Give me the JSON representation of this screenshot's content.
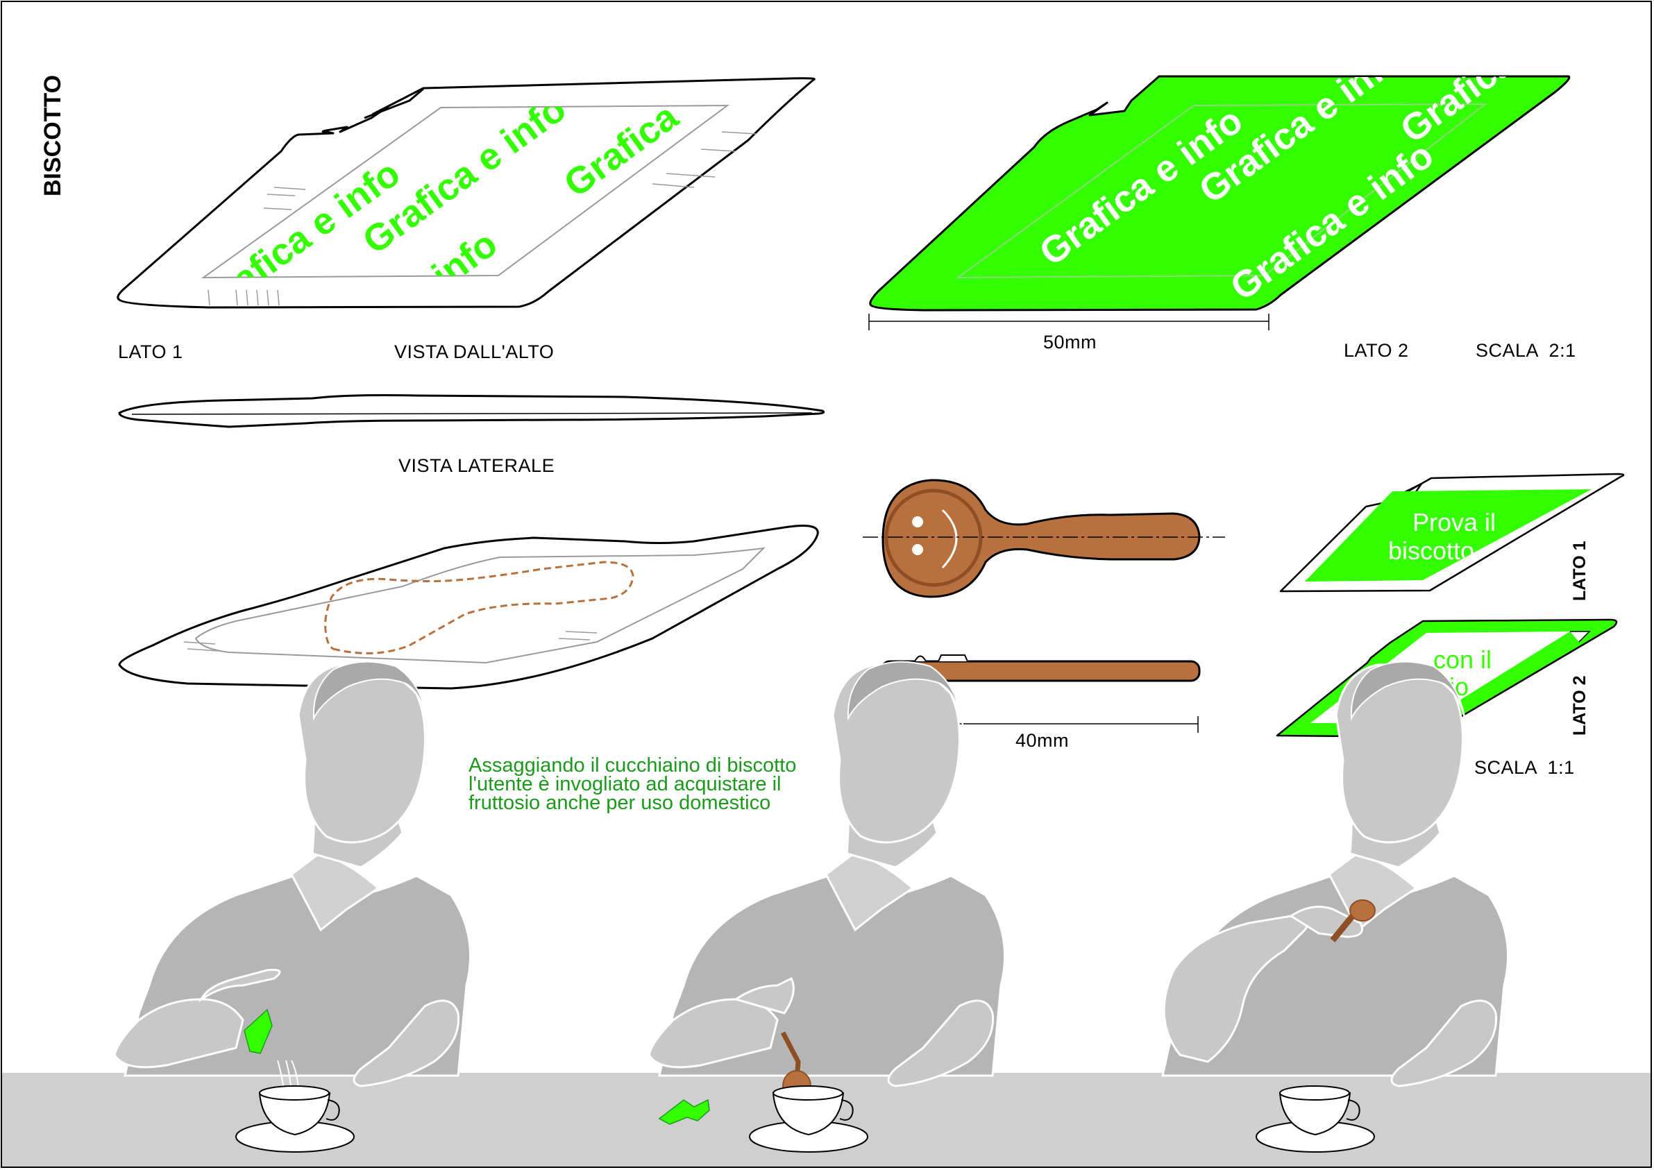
{
  "title": "BISCOTTO",
  "top_view": {
    "side1_label": "LATO 1",
    "view_label": "VISTA DALL'ALTO",
    "side2_label": "LATO 2",
    "scale_label": "SCALA  2:1",
    "dimension": "50mm",
    "graphic_text": "Grafica e info",
    "graphic_text_short": "Grafica",
    "graphic_text_info": "info",
    "graphic_text_partial": "afica e info"
  },
  "side_view": {
    "label": "VISTA LATERALE"
  },
  "spoon": {
    "dimension": "40mm"
  },
  "small_packets": {
    "side1_label": "LATO 1",
    "side2_label": "LATO 2",
    "side1_text": [
      "Prova il",
      "biscotto"
    ],
    "side2_text": [
      "con il",
      "fruttosio"
    ],
    "scale_label": "SCALA  1:1"
  },
  "note": [
    "Assaggiando il cucchiaino di biscotto",
    "l'utente è invogliato ad acquistare il",
    "fruttosio anche per uso domestico"
  ],
  "colors": {
    "accent_green": "#33ff00",
    "note_green": "#1a9a1a",
    "biscuit": "#b8703e",
    "figure_gray": "#c8c8c8",
    "table_gray": "#cfcfcf"
  }
}
